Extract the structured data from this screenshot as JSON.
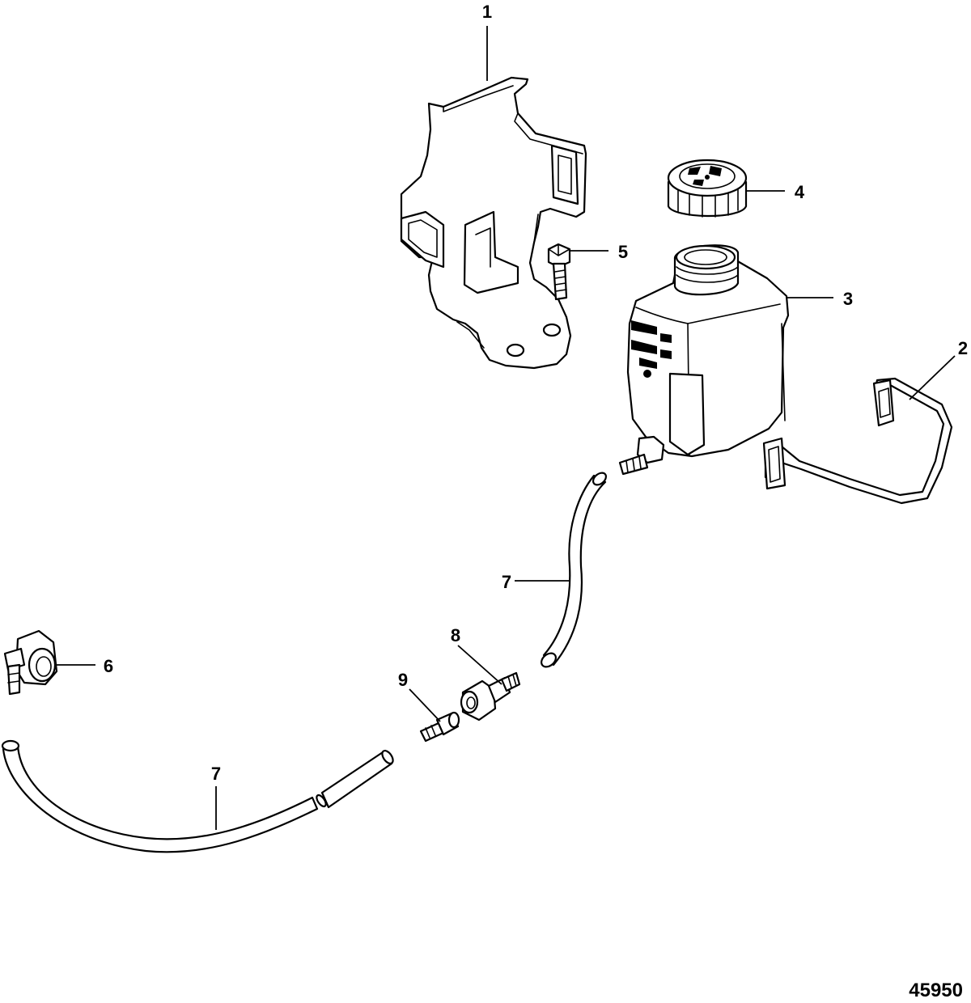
{
  "callouts": {
    "c1": "1",
    "c2": "2",
    "c3": "3",
    "c4": "4",
    "c5": "5",
    "c6": "6",
    "c7a": "7",
    "c7b": "7",
    "c8": "8",
    "c9": "9"
  },
  "figure_number": "45950",
  "colors": {
    "line": "#000000",
    "background": "#ffffff"
  }
}
